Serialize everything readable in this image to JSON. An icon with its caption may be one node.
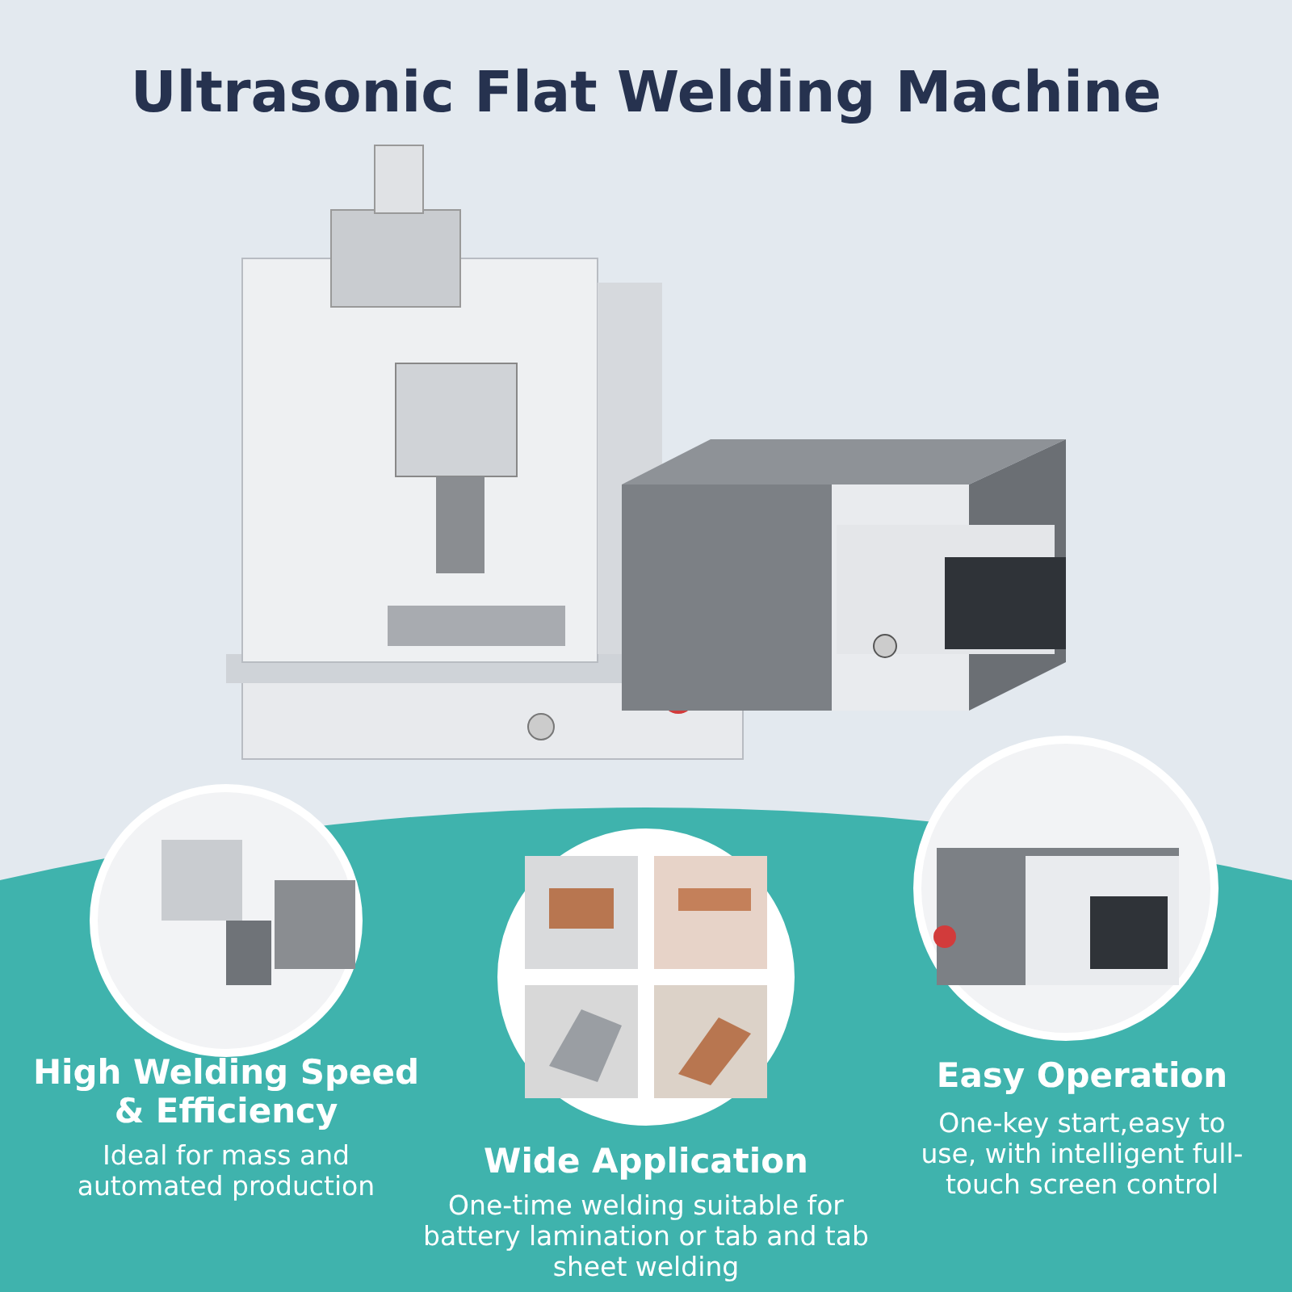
{
  "diagram": {
    "title": "Ultrasonic Flat Welding Machine",
    "labels": [
      "High Welding Speed & Efficiency",
      "Ideal for mass and automated production",
      "Wide Application",
      "One-time welding suitable for battery lamination or tab and tab sheet welding",
      "Easy Operation",
      "One-key start,easy to use, with intelligent full-touch screen control"
    ]
  }
}
